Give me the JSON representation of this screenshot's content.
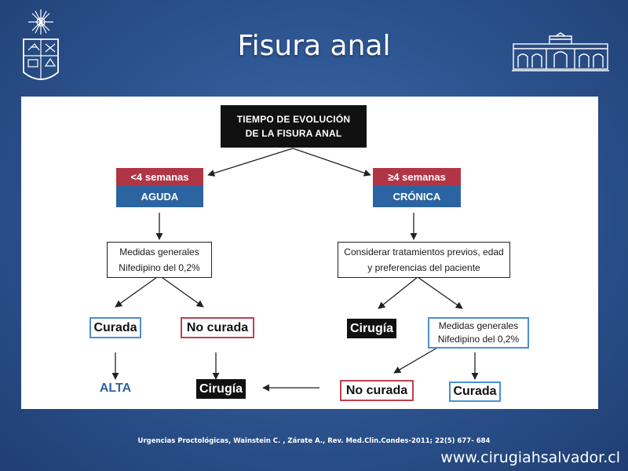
{
  "slide": {
    "title": "Fisura anal",
    "citation": "Urgencias Proctológicas, Wainstein C. , Zárate A., Rev. Med.Clin.Condes-2011; 22(5) 677- 684",
    "url": "www.cirugiahsalvador.cl"
  },
  "logos": {
    "left": "university-crest-icon",
    "right": "hospital-building-icon"
  },
  "diagram": {
    "root": {
      "line1": "TIEMPO DE EVOLUCIÓN",
      "line2": "DE LA FISURA ANAL"
    },
    "aguda": {
      "time": "<4 semanas",
      "label": "AGUDA"
    },
    "cronica": {
      "time": "≥4 semanas",
      "label": "CRÓNICA"
    },
    "aguda_treatment": {
      "line1": "Medidas generales",
      "line2": "Nifedipino del 0,2%"
    },
    "cronica_treatment": {
      "line1": "Considerar tratamientos previos, edad",
      "line2": "y preferencias del paciente"
    },
    "outcomes": {
      "curada_left": "Curada",
      "no_curada_left": "No curada",
      "cirugia_right": "Cirugía",
      "medidas_right": {
        "line1": "Medidas generales",
        "line2": "Nifedipino del 0,2%"
      },
      "alta": "ALTA",
      "cirugia_bottom": "Cirugía",
      "no_curada_right": "No curada",
      "curada_right": "Curada"
    }
  },
  "colors": {
    "background": "#2f5793",
    "red_tag": "#b03545",
    "blue_tag": "#2c64a2",
    "box_black": "#111111"
  }
}
